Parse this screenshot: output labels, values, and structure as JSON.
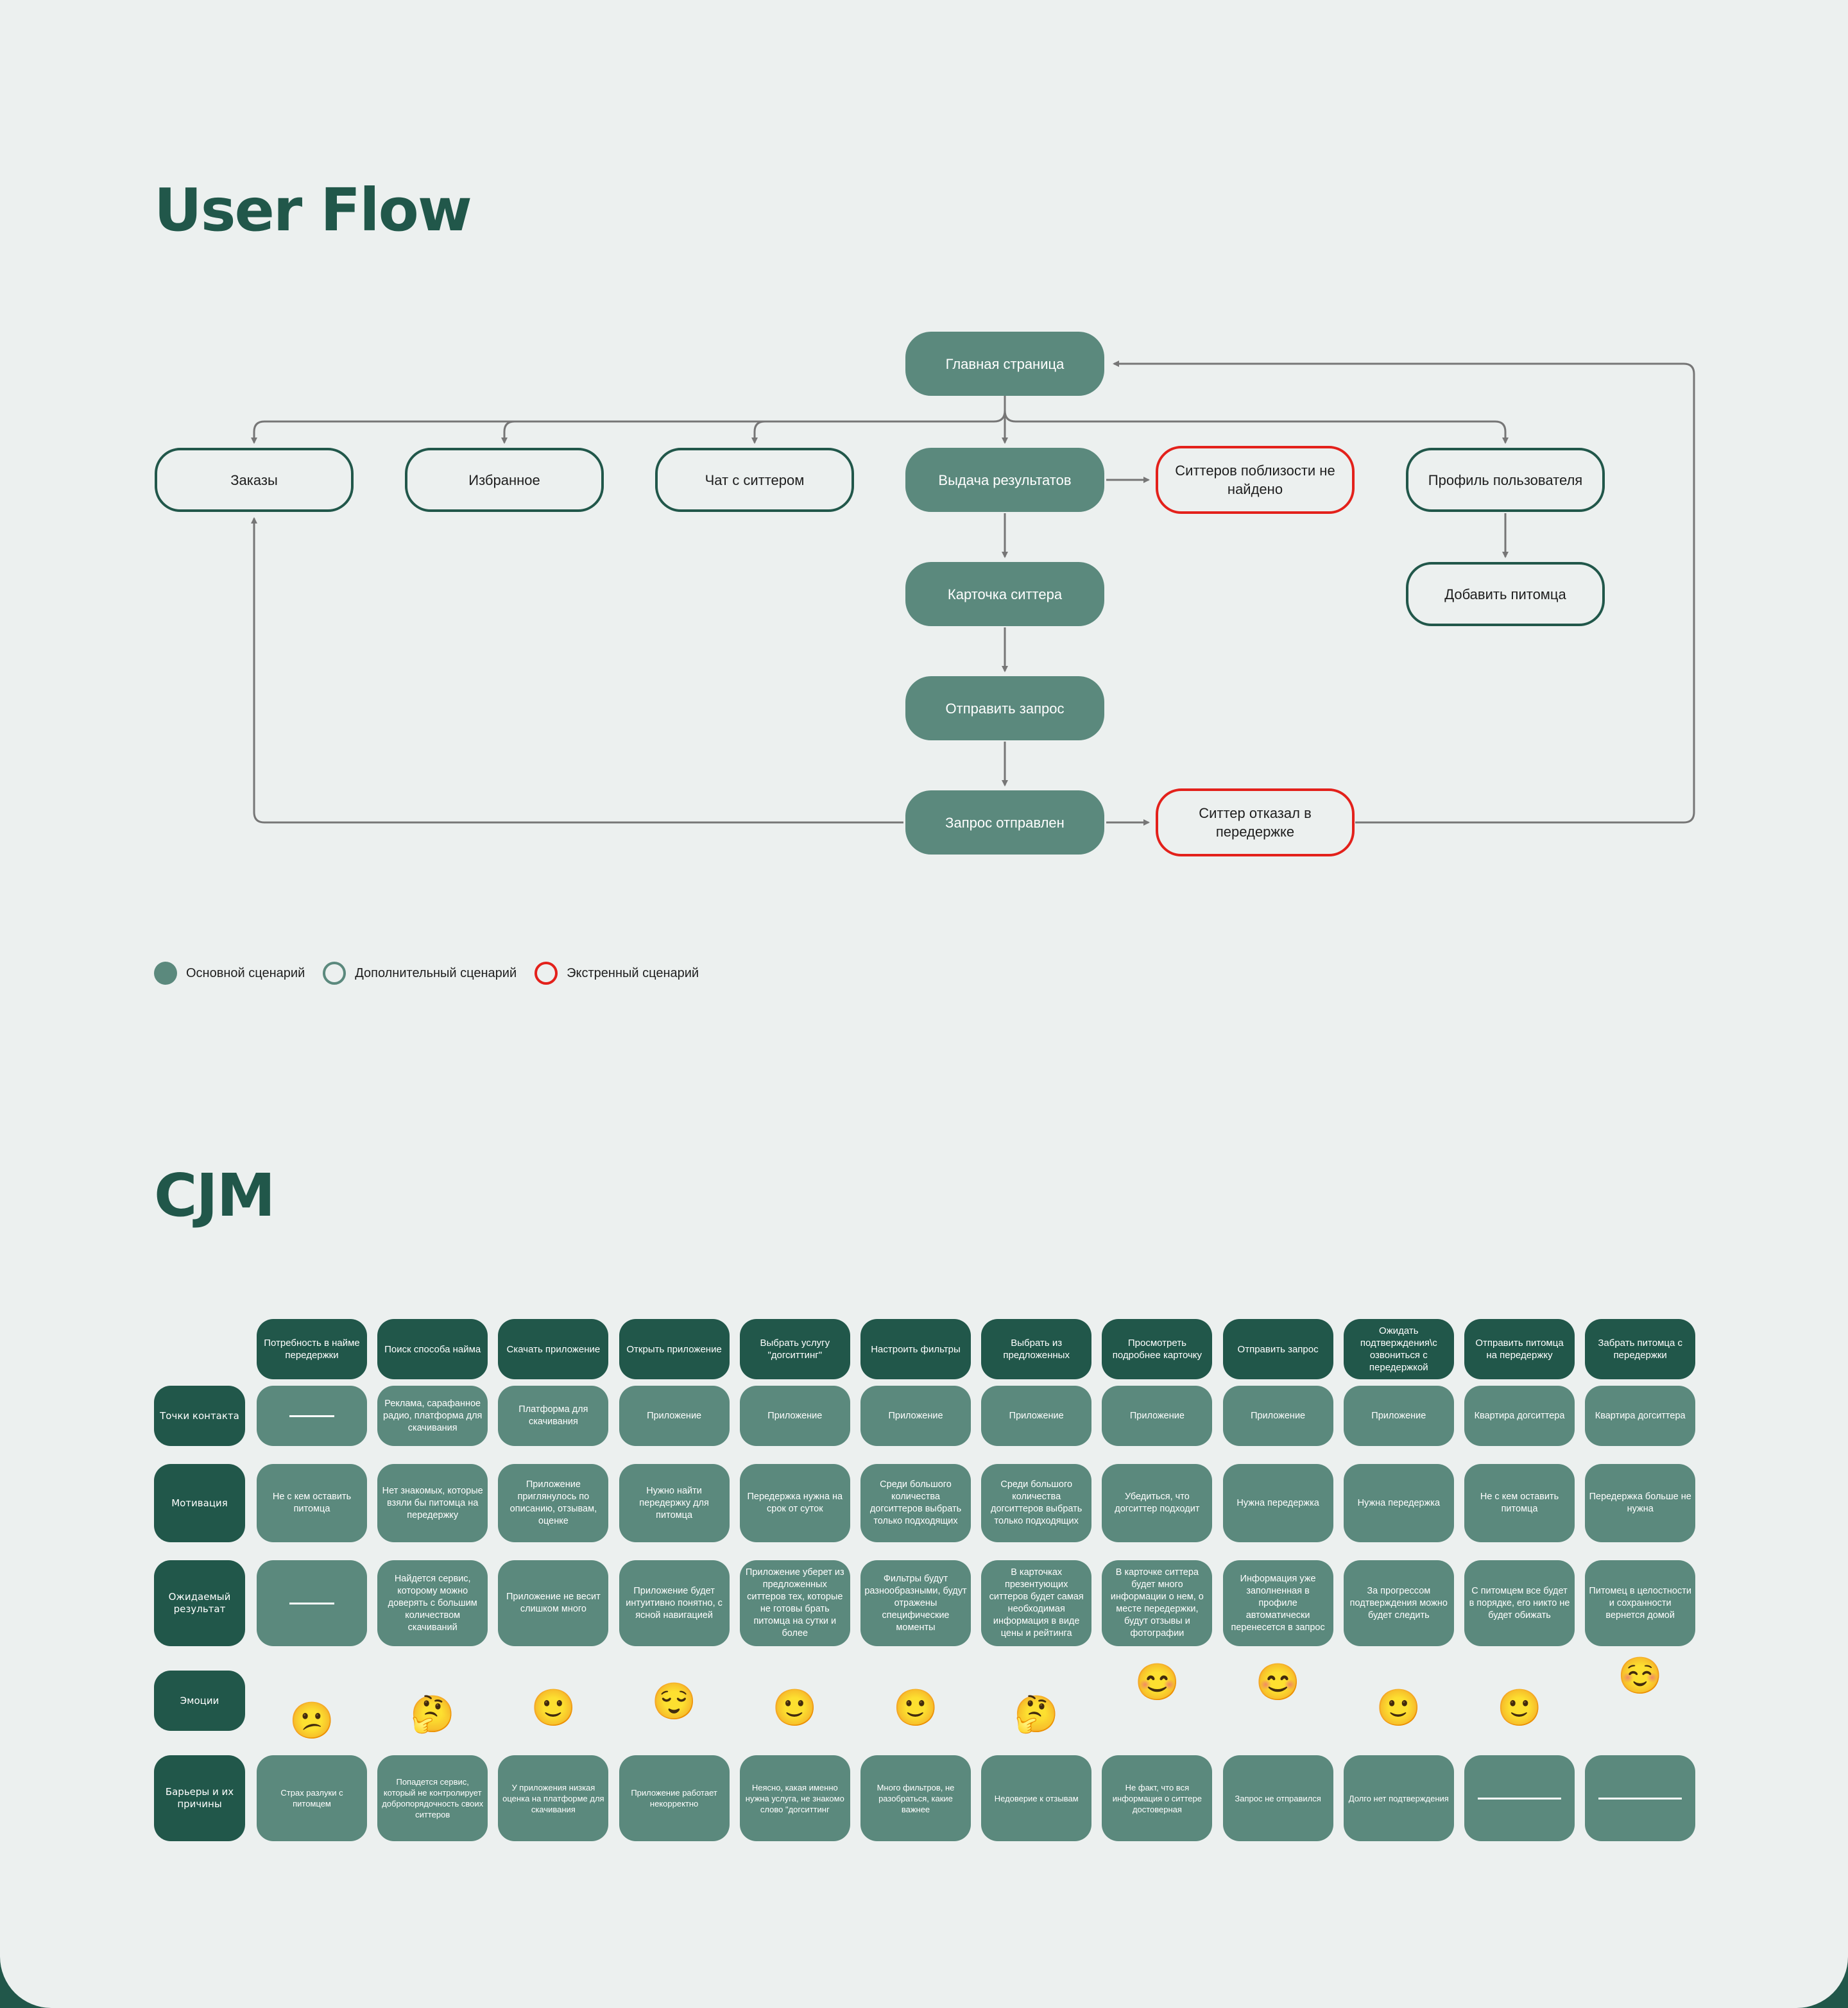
{
  "titles": {
    "user_flow": "User Flow",
    "cjm": "CJM"
  },
  "colors": {
    "primary_dark": "#21574A",
    "primary": "#5B897D",
    "emergency": "#E3211B",
    "background": "#ECF0EF",
    "connector": "#767676"
  },
  "flow": {
    "nodes": {
      "home": {
        "label": "Главная страница",
        "type": "main"
      },
      "orders": {
        "label": "Заказы",
        "type": "extra"
      },
      "favorites": {
        "label": "Избранное",
        "type": "extra"
      },
      "chat": {
        "label": "Чат с ситтером",
        "type": "extra"
      },
      "results": {
        "label": "Выдача результатов",
        "type": "main"
      },
      "not_found": {
        "label": "Ситтеров поблизости не найдено",
        "type": "emergency"
      },
      "profile": {
        "label": "Профиль пользователя",
        "type": "extra"
      },
      "sitter_card": {
        "label": "Карточка ситтера",
        "type": "main"
      },
      "add_pet": {
        "label": "Добавить питомца",
        "type": "extra"
      },
      "send_request": {
        "label": "Отправить запрос",
        "type": "main"
      },
      "request_sent": {
        "label": "Запрос отправлен",
        "type": "main"
      },
      "sitter_refused": {
        "label": "Ситтер отказал в передержке",
        "type": "emergency"
      }
    },
    "edges": [
      [
        "home",
        "orders"
      ],
      [
        "home",
        "favorites"
      ],
      [
        "home",
        "chat"
      ],
      [
        "home",
        "results"
      ],
      [
        "home",
        "profile"
      ],
      [
        "results",
        "not_found"
      ],
      [
        "results",
        "sitter_card"
      ],
      [
        "sitter_card",
        "send_request"
      ],
      [
        "send_request",
        "request_sent"
      ],
      [
        "request_sent",
        "sitter_refused"
      ],
      [
        "request_sent",
        "orders"
      ],
      [
        "sitter_refused",
        "home"
      ],
      [
        "profile",
        "add_pet"
      ]
    ]
  },
  "legend": [
    {
      "label": "Основной сценарий",
      "type": "main"
    },
    {
      "label": "Дополнительный сценарий",
      "type": "extra"
    },
    {
      "label": "Экстренный сценарий",
      "type": "emergency"
    }
  ],
  "cjm": {
    "stages": [
      "Потребность в найме передержки",
      "Поиск способа найма",
      "Скачать приложение",
      "Открыть приложение",
      "Выбрать услугу \"догситтинг\"",
      "Настроить фильтры",
      "Выбрать из предложенных",
      "Просмотреть подробнее карточку",
      "Отправить запрос",
      "Ожидать подтверждения\\с озвониться с передержкой",
      "Отправить питомца на передержку",
      "Забрать питомца с передержки"
    ],
    "row_labels": {
      "touchpoints": "Точки контакта",
      "motivation": "Мотивация",
      "expected": "Ожидаемый результат",
      "emotions": "Эмоции",
      "barriers": "Барьеры и их причины"
    },
    "touchpoints": [
      "—",
      "Реклама, сарафанное радио, платформа для скачивания",
      "Платформа для скачивания",
      "Приложение",
      "Приложение",
      "Приложение",
      "Приложение",
      "Приложение",
      "Приложение",
      "Приложение",
      "Квартира догситтера",
      "Квартира догситтера"
    ],
    "motivation": [
      "Не с кем оставить питомца",
      "Нет знакомых, которые взяли бы питомца на передержку",
      "Приложение приглянулось по описанию, отзывам, оценке",
      "Нужно найти передержку для питомца",
      "Передержка нужна на срок от суток",
      "Среди большого количества догситтеров выбрать только подходящих",
      "Среди большого количества догситтеров выбрать только подходящих",
      "Убедиться, что догситтер подходит",
      "Нужна передержка",
      "Нужна передержка",
      "Не с кем оставить питомца",
      "Передержка больше не нужна"
    ],
    "expected": [
      "—",
      "Найдется сервис, которому можно доверять с большим количеством скачиваний",
      "Приложение не весит слишком много",
      "Приложение будет интуитивно понятно, с ясной навигацией",
      "Приложение уберет из предложенных ситтеров тех, которые не готовы брать питомца на сутки и более",
      "Фильтры будут разнообразными, будут отражены специфические моменты",
      "В карточках презентующих ситтеров будет самая необходимая информация в виде цены и рейтинга",
      "В карточке ситтера будет много информации о нем, о месте передержки, будут отзывы и фотографии",
      "Информация уже заполненная в профиле автоматически перенесется в запрос",
      "За прогрессом подтверждения можно будет следить",
      "С питомцем все будет в порядке, его никто не будет обижать",
      "Питомец в целостности и сохранности вернется домой"
    ],
    "emotions": [
      {
        "emoji": "😕",
        "name": "confused-face-icon",
        "level": 1
      },
      {
        "emoji": "🤔",
        "name": "thinking-face-icon",
        "level": 2
      },
      {
        "emoji": "🙂",
        "name": "slightly-smiling-face-icon",
        "level": 3
      },
      {
        "emoji": "😌",
        "name": "relieved-face-icon",
        "level": 4
      },
      {
        "emoji": "🙂",
        "name": "slightly-smiling-face-icon",
        "level": 3
      },
      {
        "emoji": "🙂",
        "name": "slightly-smiling-face-icon",
        "level": 3
      },
      {
        "emoji": "🤔",
        "name": "thinking-face-icon",
        "level": 2
      },
      {
        "emoji": "😊",
        "name": "smiling-face-with-smiling-eyes-icon",
        "level": 5
      },
      {
        "emoji": "😊",
        "name": "smiling-face-with-smiling-eyes-icon",
        "level": 5
      },
      {
        "emoji": "🙂",
        "name": "slightly-smiling-face-icon",
        "level": 3
      },
      {
        "emoji": "🙂",
        "name": "slightly-smiling-face-icon",
        "level": 3
      },
      {
        "emoji": "☺️",
        "name": "smiling-face-icon",
        "level": 6
      }
    ],
    "barriers": [
      "Страх разлуки с питомцем",
      "Попадется сервис, который не контролирует добропорядочность своих ситтеров",
      "У приложения низкая оценка на платформе для скачивания",
      "Приложение работает некорректно",
      "Неясно, какая именно нужна услуга, не знакомо слово \"догситтинг",
      "Много фильтров, не разобраться, какие важнее",
      "Недоверие к отзывам",
      "Не факт, что вся информация о ситтере достоверная",
      "Запрос не отправился",
      "Долго нет подтверждения",
      "—",
      "—"
    ]
  }
}
